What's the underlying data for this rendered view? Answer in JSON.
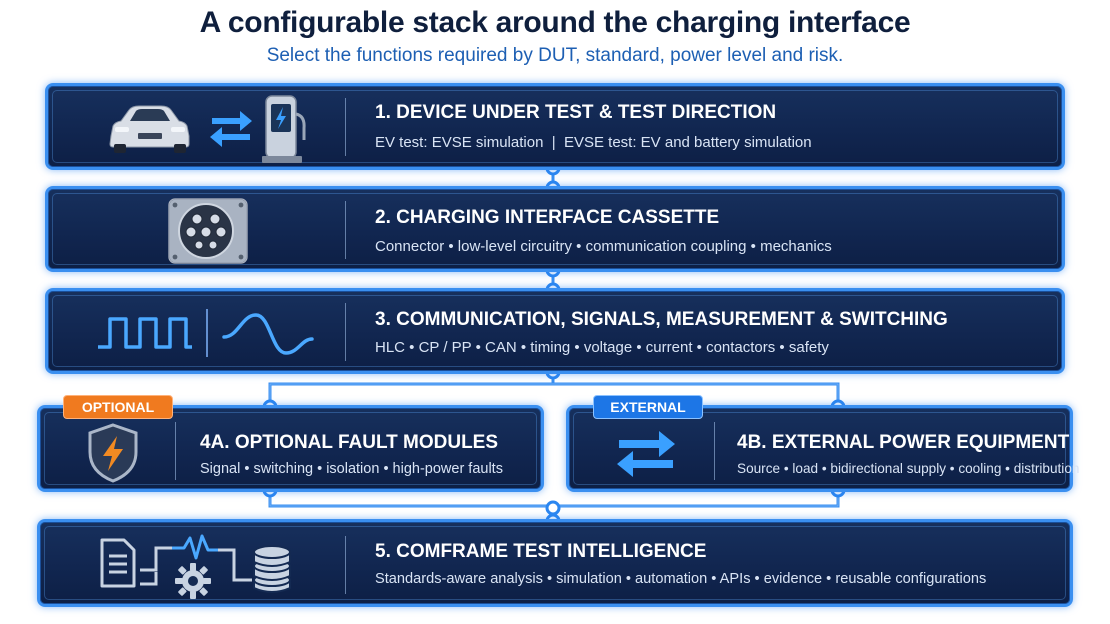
{
  "title": "A configurable stack around the charging interface",
  "subtitle": "Select the functions required by DUT, standard, power level and risk.",
  "boxes": {
    "b1": {
      "heading": "1. DEVICE UNDER TEST & TEST DIRECTION",
      "description": "EV test: EVSE simulation  |  EVSE test: EV and battery simulation",
      "icons": [
        "car-icon",
        "bidirectional-arrows-icon",
        "charging-station-icon"
      ]
    },
    "b2": {
      "heading": "2. CHARGING INTERFACE CASSETTE",
      "description": "Connector • low-level circuitry • communication coupling • mechanics",
      "icons": [
        "charging-connector-icon"
      ]
    },
    "b3": {
      "heading": "3. COMMUNICATION, SIGNALS, MEASUREMENT & SWITCHING",
      "description": "HLC • CP / PP • CAN • timing • voltage • current • contactors • safety",
      "icons": [
        "square-wave-icon",
        "sine-wave-icon"
      ]
    },
    "b4a": {
      "badge": "OPTIONAL",
      "heading": "4A. OPTIONAL FAULT MODULES",
      "description": "Signal • switching • isolation • high-power faults",
      "icons": [
        "shield-lightning-icon"
      ]
    },
    "b4b": {
      "badge": "EXTERNAL",
      "heading": "4B. EXTERNAL POWER EQUIPMENT",
      "description": "Source • load • bidirectional supply • cooling • distribution",
      "icons": [
        "bidirectional-arrows-icon"
      ]
    },
    "b5": {
      "heading": "5. COMFRAME TEST INTELLIGENCE",
      "description": "Standards-aware analysis • simulation • automation • APIs • evidence • reusable configurations",
      "icons": [
        "document-icon",
        "pulse-icon",
        "gear-icon",
        "database-icon"
      ]
    }
  },
  "colors": {
    "box_fill": "#112650",
    "box_border": "#3a8ff0",
    "accent_blue": "#1d76e6",
    "optional_orange": "#f07a1f",
    "title_color": "#0f1f3d",
    "subtitle_color": "#1d5fb3"
  }
}
